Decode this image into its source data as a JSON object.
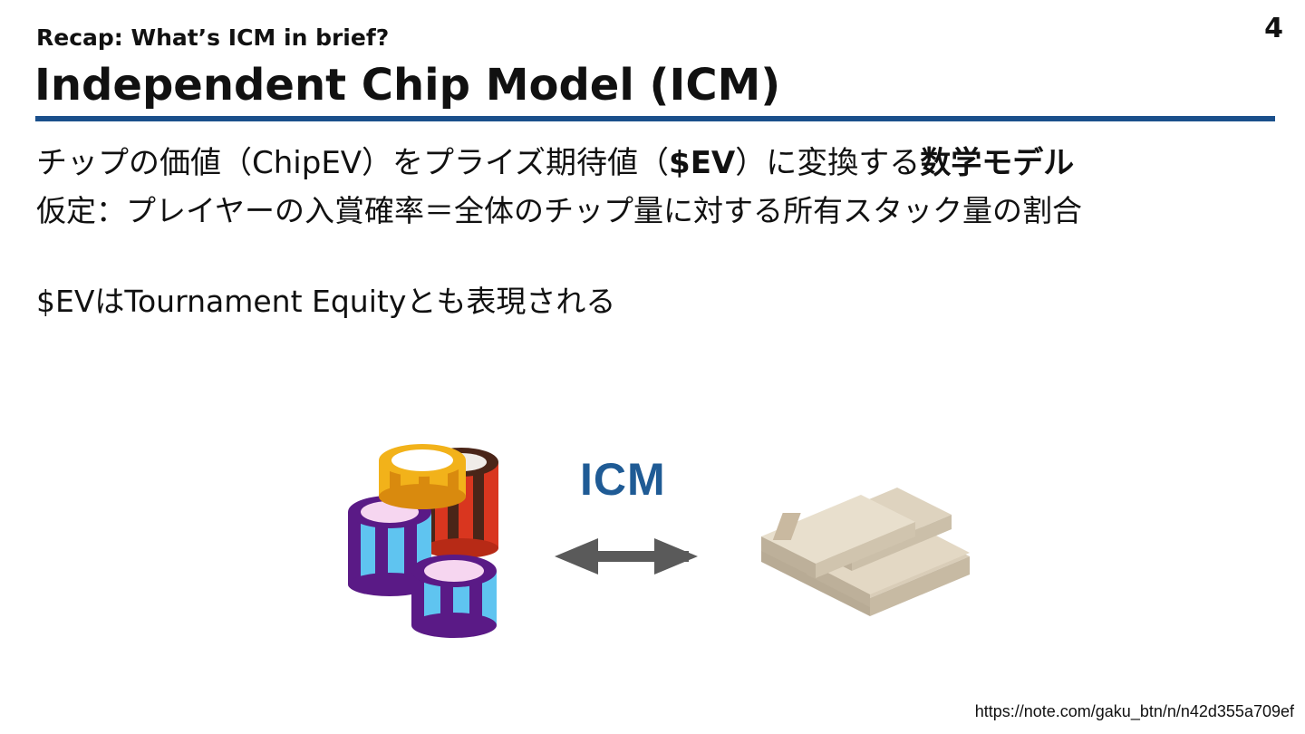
{
  "slide": {
    "subtitle": "Recap: What’s ICM in brief?",
    "title": "Independent Chip Model (ICM)",
    "page_number": "4"
  },
  "body": {
    "line1_part1": "チップの価値（ChipEV）をプライズ期待値（",
    "line1_bold1": "$EV",
    "line1_part2": "）に変換する",
    "line1_bold2": "数学モデル",
    "line2": "仮定：プレイヤーの入賞確率＝全体のチップ量に対する所有スタック量の割合",
    "line3": "$EVはTournament Equityとも表現される"
  },
  "illustration": {
    "label": "ICM",
    "left_icon": "poker-chip-stacks-icon",
    "arrow_icon": "double-arrow-icon",
    "right_icon": "cash-bundles-icon"
  },
  "footer": {
    "source_url": "https://note.com/gaku_btn/n/n42d355a709ef"
  },
  "colors": {
    "accent": "#1a4f8b",
    "icm_label": "#1f5b95",
    "arrow": "#5a5a5a"
  }
}
